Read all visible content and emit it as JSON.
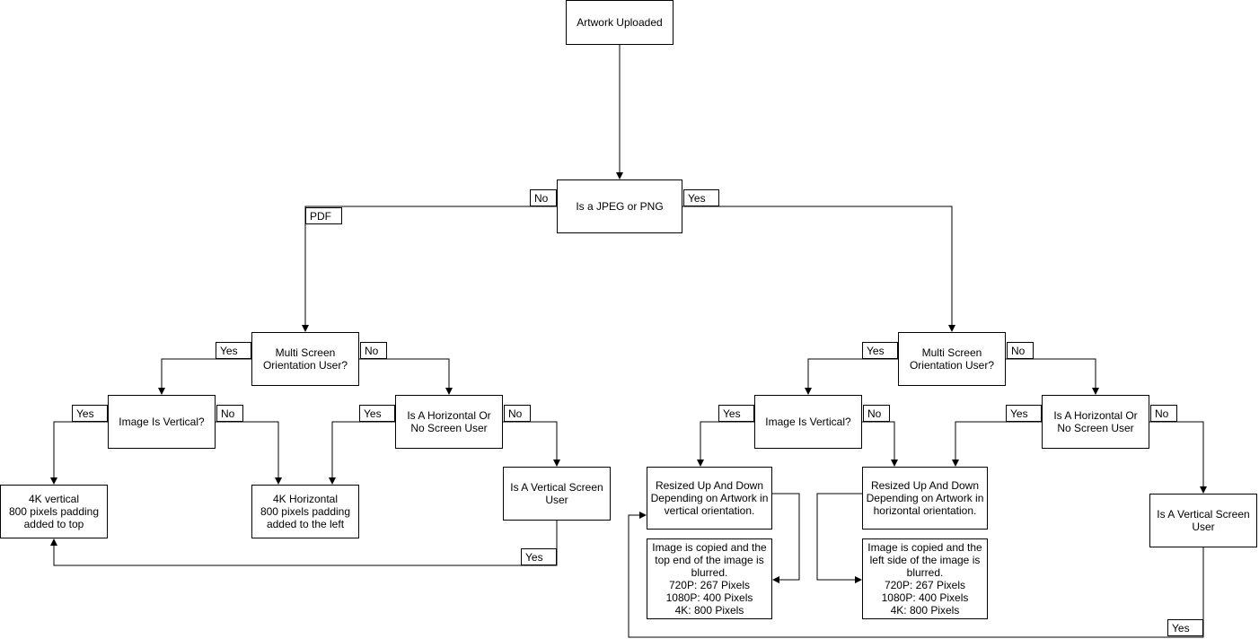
{
  "colors": {
    "stroke": "#000000",
    "fill": "#ffffff"
  },
  "nodes": {
    "start": "Artwork Uploaded",
    "jpeg_check": "Is a JPEG or PNG",
    "left_multi": "Multi Screen\nOrientation User?",
    "left_vertical_q": "Image Is Vertical?",
    "left_horizontal_q": "Is A Horizontal Or\nNo Screen User",
    "left_4k_vertical": "4K vertical\n800 pixels padding\nadded to top",
    "left_4k_horizontal": "4K Horizontal\n800 pixels padding\nadded to the left",
    "left_vertical_screen": "Is A Vertical Screen\nUser",
    "right_multi": "Multi Screen\nOrientation User?",
    "right_vertical_q": "Image Is Vertical?",
    "right_horizontal_q": "Is A Horizontal Or\nNo Screen User",
    "right_resize_vertical": "Resized Up And Down\nDepending on Artwork in\nvertical orientation.",
    "right_resize_horizontal": "Resized Up And Down\nDepending on Artwork in\nhorizontal orientation.",
    "right_copy_top": "Image is copied and the\ntop end of the image is\nblurred.\n720P: 267 Pixels\n1080P: 400 Pixels\n4K: 800 Pixels",
    "right_copy_left": "Image is copied and the\nleft side of the image is\nblurred.\n720P: 267 Pixels\n1080P: 400 Pixels\n4K: 800 Pixels",
    "right_vertical_screen": "Is A Vertical Screen\nUser"
  },
  "labels": {
    "jpeg_no": "No",
    "jpeg_yes": "Yes",
    "pdf": "PDF",
    "left_multi_yes": "Yes",
    "left_multi_no": "No",
    "left_vert_yes": "Yes",
    "left_vert_no": "No",
    "left_horiz_yes": "Yes",
    "left_horiz_no": "No",
    "left_vscreen_yes": "Yes",
    "right_multi_yes": "Yes",
    "right_multi_no": "No",
    "right_vert_yes": "Yes",
    "right_vert_no": "No",
    "right_horiz_yes": "Yes",
    "right_horiz_no": "No",
    "right_vscreen_yes": "Yes"
  }
}
